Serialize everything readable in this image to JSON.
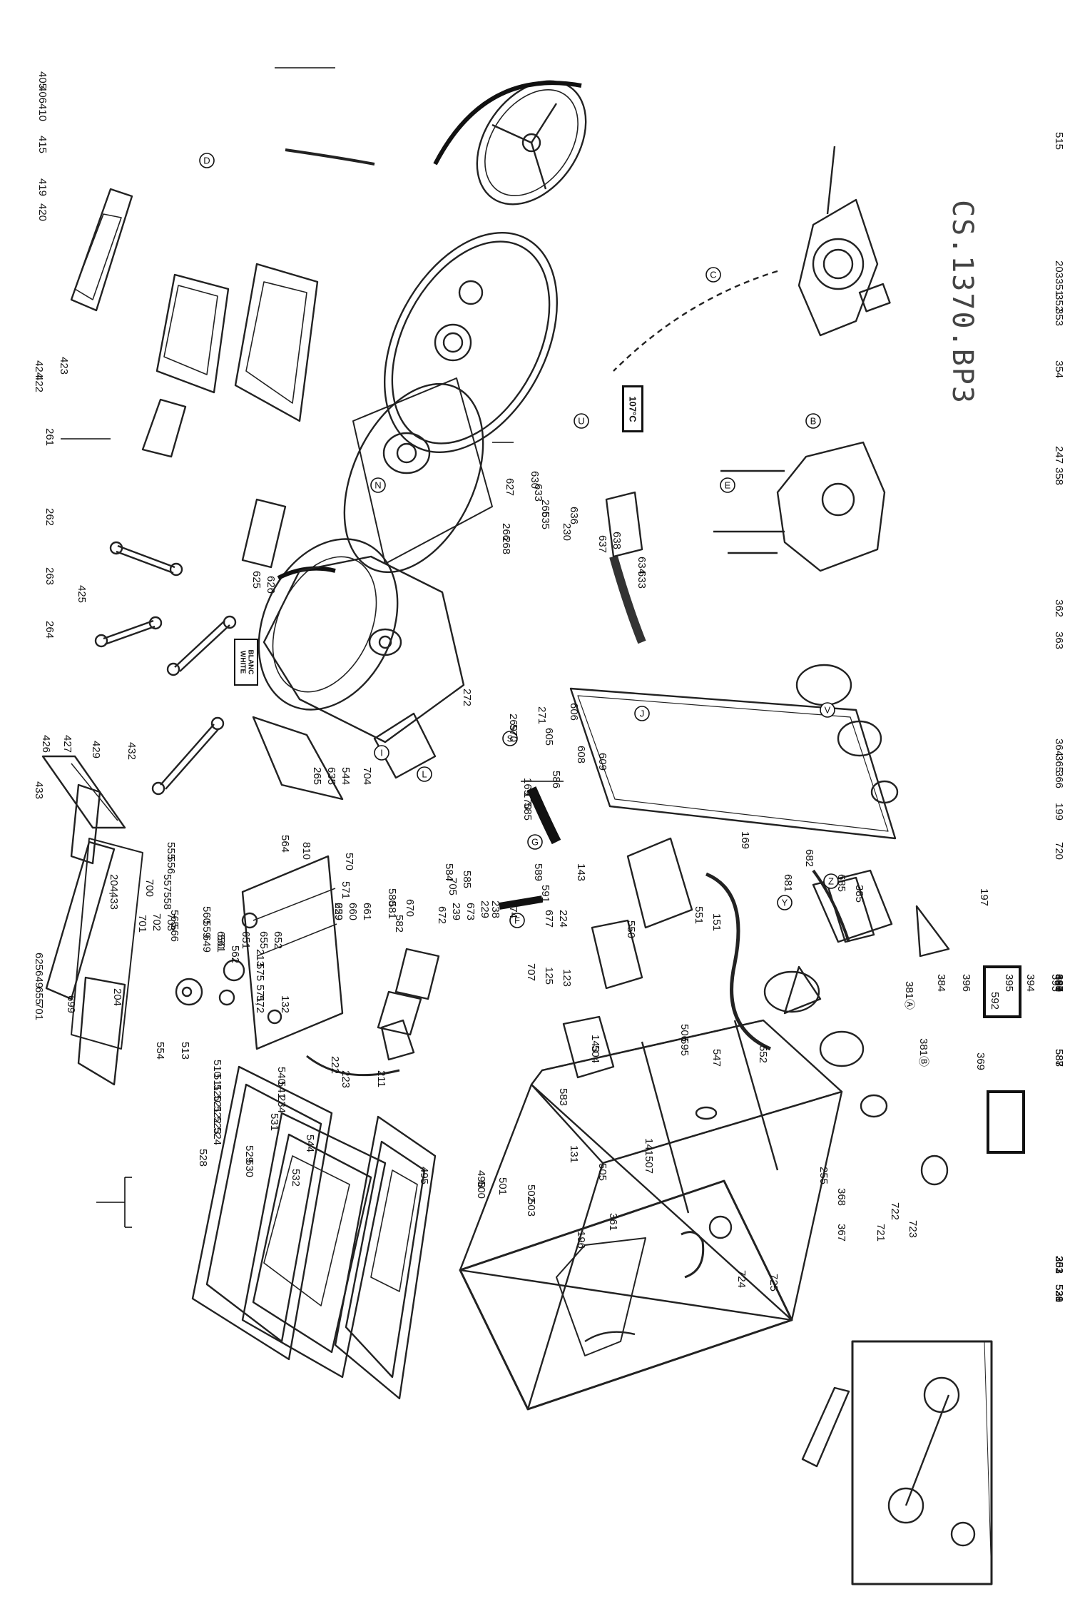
{
  "drawing_code": "CS.1370.BP3",
  "temperature_label": "107°C",
  "color_label": [
    "BLANC",
    "WHITE"
  ],
  "callout_letters": [
    "A",
    "B",
    "C",
    "D",
    "E",
    "F",
    "G",
    "I",
    "J",
    "K",
    "L",
    "N",
    "S",
    "U",
    "V",
    "Y",
    "Z"
  ],
  "left_labels": [
    {
      "id": "515",
      "text": "515"
    },
    {
      "id": "203",
      "text": "203"
    },
    {
      "id": "351",
      "text": "351"
    },
    {
      "id": "352",
      "text": "352"
    },
    {
      "id": "353",
      "text": "353"
    },
    {
      "id": "354",
      "text": "354"
    },
    {
      "id": "247",
      "text": "247"
    },
    {
      "id": "358",
      "text": "358"
    },
    {
      "id": "362",
      "text": "362"
    },
    {
      "id": "363",
      "text": "363"
    },
    {
      "id": "364",
      "text": "364"
    },
    {
      "id": "365",
      "text": "365"
    },
    {
      "id": "366",
      "text": "366"
    },
    {
      "id": "199",
      "text": "199"
    },
    {
      "id": "720",
      "text": "720"
    }
  ],
  "group_515": [
    "203",
    "528",
    "351",
    "529",
    "352",
    "530",
    "353",
    "531"
  ],
  "top_left_labels": [
    {
      "id": "405",
      "text": "405"
    },
    {
      "id": "406",
      "text": "406"
    },
    {
      "id": "410",
      "text": "410"
    },
    {
      "id": "415",
      "text": "415"
    },
    {
      "id": "419",
      "text": "419"
    },
    {
      "id": "420",
      "text": "420"
    },
    {
      "id": "424",
      "text": "424"
    },
    {
      "id": "422",
      "text": "422"
    },
    {
      "id": "423",
      "text": "423"
    },
    {
      "id": "261",
      "text": "261"
    },
    {
      "id": "262",
      "text": "262"
    },
    {
      "id": "263",
      "text": "263"
    },
    {
      "id": "425",
      "text": "425"
    },
    {
      "id": "264",
      "text": "264"
    },
    {
      "id": "426",
      "text": "426"
    },
    {
      "id": "427",
      "text": "427"
    },
    {
      "id": "429",
      "text": "429"
    },
    {
      "id": "432",
      "text": "432"
    },
    {
      "id": "433",
      "text": "433"
    }
  ],
  "top_labels": [
    {
      "id": "625a",
      "text": "625"
    },
    {
      "id": "649",
      "text": "649"
    },
    {
      "id": "655a",
      "text": "655"
    },
    {
      "id": "701a",
      "text": "701"
    },
    {
      "id": "699",
      "text": "699"
    },
    {
      "id": "204a",
      "text": "204"
    },
    {
      "id": "433b",
      "text": "433"
    },
    {
      "id": "204b",
      "text": "204,"
    },
    {
      "id": "700",
      "text": "700"
    },
    {
      "id": "701b",
      "text": "701"
    },
    {
      "id": "702",
      "text": "702"
    },
    {
      "id": "703",
      "text": "703"
    },
    {
      "id": "265a",
      "text": "265"
    },
    {
      "id": "635a",
      "text": "635"
    },
    {
      "id": "544a",
      "text": "544"
    },
    {
      "id": "704",
      "text": "704"
    },
    {
      "id": "705",
      "text": "705"
    },
    {
      "id": "707",
      "text": "707"
    },
    {
      "id": "125",
      "text": "125"
    },
    {
      "id": "123",
      "text": "123"
    }
  ],
  "mid_labels": [
    {
      "id": "649b",
      "text": "649"
    },
    {
      "id": "650",
      "text": "650"
    },
    {
      "id": "651",
      "text": "651"
    },
    {
      "id": "655b",
      "text": "655"
    },
    {
      "id": "652",
      "text": "652"
    },
    {
      "id": "659",
      "text": "659"
    },
    {
      "id": "660",
      "text": "660"
    },
    {
      "id": "661",
      "text": "661"
    },
    {
      "id": "670",
      "text": "670"
    },
    {
      "id": "672",
      "text": "672"
    },
    {
      "id": "239",
      "text": "239"
    },
    {
      "id": "673",
      "text": "673"
    },
    {
      "id": "229a",
      "text": "229"
    },
    {
      "id": "238",
      "text": "238"
    },
    {
      "id": "674",
      "text": "674"
    },
    {
      "id": "677",
      "text": "677"
    },
    {
      "id": "224",
      "text": "224"
    },
    {
      "id": "625b",
      "text": "625"
    },
    {
      "id": "626",
      "text": "626"
    },
    {
      "id": "266",
      "text": "266"
    },
    {
      "id": "268",
      "text": "268"
    },
    {
      "id": "627",
      "text": "627"
    },
    {
      "id": "630",
      "text": "630"
    },
    {
      "id": "633a",
      "text": "633"
    },
    {
      "id": "265b",
      "text": "265"
    },
    {
      "id": "635b",
      "text": "635"
    },
    {
      "id": "636",
      "text": "636"
    },
    {
      "id": "230",
      "text": "230"
    },
    {
      "id": "637",
      "text": "637"
    },
    {
      "id": "638",
      "text": "638"
    },
    {
      "id": "634",
      "text": "634"
    },
    {
      "id": "633b",
      "text": "633"
    },
    {
      "id": "269",
      "text": "269"
    },
    {
      "id": "570a",
      "text": "570"
    },
    {
      "id": "271",
      "text": "271"
    },
    {
      "id": "605",
      "text": "605"
    },
    {
      "id": "606",
      "text": "606"
    },
    {
      "id": "608",
      "text": "608"
    },
    {
      "id": "609",
      "text": "609"
    },
    {
      "id": "272",
      "text": "272"
    },
    {
      "id": "564",
      "text": "564"
    },
    {
      "id": "810",
      "text": "810"
    },
    {
      "id": "570b",
      "text": "570"
    },
    {
      "id": "571",
      "text": "571"
    },
    {
      "id": "580",
      "text": "580"
    },
    {
      "id": "581",
      "text": "581"
    },
    {
      "id": "582",
      "text": "582"
    },
    {
      "id": "169a",
      "text": "169"
    },
    {
      "id": "170",
      "text": "170"
    },
    {
      "id": "585a",
      "text": "585"
    },
    {
      "id": "586",
      "text": "586"
    },
    {
      "id": "584",
      "text": "584"
    },
    {
      "id": "585b",
      "text": "585"
    }
  ],
  "right_labels": [
    {
      "id": "681a",
      "text": "681"
    },
    {
      "id": "682",
      "text": "682"
    },
    {
      "id": "685a",
      "text": "685"
    },
    {
      "id": "396",
      "text": "396"
    },
    {
      "id": "395",
      "text": "395"
    },
    {
      "id": "394",
      "text": "394"
    },
    {
      "id": "393",
      "text": "393"
    },
    {
      "id": "101",
      "text": "101"
    },
    {
      "id": "681b",
      "text": "681"
    },
    {
      "id": "685b",
      "text": "685"
    },
    {
      "id": "640",
      "text": "640"
    },
    {
      "id": "391",
      "text": "391"
    },
    {
      "id": "390",
      "text": "390"
    },
    {
      "id": "389",
      "text": "389"
    },
    {
      "id": "388",
      "text": "388"
    },
    {
      "id": "387",
      "text": "387"
    },
    {
      "id": "381a",
      "text": "381Ⓐ"
    },
    {
      "id": "197",
      "text": "197"
    },
    {
      "id": "385",
      "text": "385"
    },
    {
      "id": "384",
      "text": "384"
    },
    {
      "id": "381b",
      "text": "381Ⓑ"
    },
    {
      "id": "592",
      "text": "592"
    },
    {
      "id": "587",
      "text": "587"
    },
    {
      "id": "588",
      "text": "588"
    },
    {
      "id": "369",
      "text": "369"
    }
  ],
  "lower_labels": [
    {
      "id": "555",
      "text": "555"
    },
    {
      "id": "556",
      "text": "556"
    },
    {
      "id": "557",
      "text": "557"
    },
    {
      "id": "558",
      "text": "558"
    },
    {
      "id": "565",
      "text": "565"
    },
    {
      "id": "566",
      "text": "566"
    },
    {
      "id": "560",
      "text": "560"
    },
    {
      "id": "559",
      "text": "559"
    },
    {
      "id": "561",
      "text": "561"
    },
    {
      "id": "562",
      "text": "562"
    },
    {
      "id": "213",
      "text": "213"
    },
    {
      "id": "575",
      "text": "575"
    },
    {
      "id": "571b",
      "text": "571,"
    },
    {
      "id": "572",
      "text": "572"
    },
    {
      "id": "132",
      "text": "132"
    },
    {
      "id": "229b",
      "text": "229"
    },
    {
      "id": "554",
      "text": "554"
    },
    {
      "id": "513",
      "text": "513"
    },
    {
      "id": "510",
      "text": "510"
    },
    {
      "id": "511",
      "text": "511"
    },
    {
      "id": "520",
      "text": "520"
    },
    {
      "id": "521",
      "text": "521"
    },
    {
      "id": "522",
      "text": "522"
    },
    {
      "id": "523",
      "text": "523"
    },
    {
      "id": "524",
      "text": "524"
    },
    {
      "id": "540",
      "text": "540"
    },
    {
      "id": "541",
      "text": "541"
    },
    {
      "id": "234",
      "text": "234"
    },
    {
      "id": "222",
      "text": "222"
    },
    {
      "id": "223",
      "text": "223"
    },
    {
      "id": "211",
      "text": "211"
    },
    {
      "id": "531b",
      "text": "531"
    },
    {
      "id": "544b",
      "text": "544"
    },
    {
      "id": "528b",
      "text": "528"
    },
    {
      "id": "529b",
      "text": "529"
    },
    {
      "id": "530b",
      "text": "530"
    },
    {
      "id": "532",
      "text": "532"
    },
    {
      "id": "495",
      "text": "495"
    },
    {
      "id": "498",
      "text": "498"
    },
    {
      "id": "500",
      "text": "500"
    },
    {
      "id": "501",
      "text": "501"
    },
    {
      "id": "502",
      "text": "502"
    },
    {
      "id": "503",
      "text": "503"
    },
    {
      "id": "505",
      "text": "505"
    },
    {
      "id": "131",
      "text": "131"
    },
    {
      "id": "583",
      "text": "583"
    },
    {
      "id": "143a",
      "text": "143"
    },
    {
      "id": "504",
      "text": "504"
    },
    {
      "id": "589",
      "text": "589"
    },
    {
      "id": "591",
      "text": "591"
    },
    {
      "id": "143b",
      "text": "143"
    },
    {
      "id": "550",
      "text": "550"
    },
    {
      "id": "551",
      "text": "551"
    },
    {
      "id": "151",
      "text": "151"
    },
    {
      "id": "506",
      "text": "506"
    },
    {
      "id": "595",
      "text": "595"
    },
    {
      "id": "547",
      "text": "547"
    },
    {
      "id": "552",
      "text": "552"
    },
    {
      "id": "169b",
      "text": "169"
    },
    {
      "id": "141",
      "text": "141"
    },
    {
      "id": "507",
      "text": "507"
    },
    {
      "id": "255",
      "text": "255"
    },
    {
      "id": "368",
      "text": "368"
    },
    {
      "id": "367",
      "text": "367"
    },
    {
      "id": "361",
      "text": "361"
    },
    {
      "id": "196",
      "text": "196"
    },
    {
      "id": "724",
      "text": "724"
    },
    {
      "id": "725",
      "text": "725"
    },
    {
      "id": "721",
      "text": "721"
    },
    {
      "id": "722",
      "text": "722"
    },
    {
      "id": "723",
      "text": "723"
    }
  ]
}
